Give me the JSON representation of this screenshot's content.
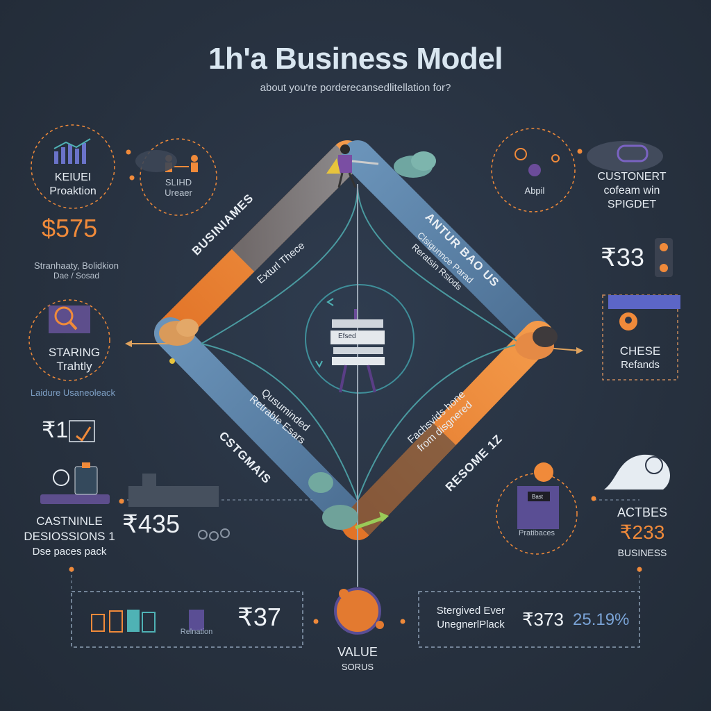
{
  "header": {
    "title": "1h'a Business Model",
    "subtitle": "about you're porderecansedlitellation for?"
  },
  "bands": {
    "top_left": "BUSINIAMES",
    "top_right": "ANTUR BAO US",
    "bottom_left": "CSTGMAIS",
    "bottom_right": "RESOME 1Z"
  },
  "inner": {
    "top_left": "Exturl Thece",
    "top_right": "Clsigunnce Parad Reratsin Rsiods",
    "bottom_left": "Qusuminded Retrable Esars",
    "bottom_right": "Fachsvids hone from disgnered",
    "center_sign": "Efsed"
  },
  "left": {
    "ring1_line1": "KEIUEI",
    "ring1_line2": "Proaktion",
    "ring2_line1": "SLIHD",
    "ring2_line2": "Ureaer",
    "price1": "$575",
    "note1_line1": "Stranhaaty, Bolidkion",
    "note1_line2": "Dae / Sosad",
    "ring3_line1": "STARING",
    "ring3_line2": "Trahtly",
    "note2": "Laidure Usaneoleack",
    "price2": "₹1",
    "block_line1": "CASTNINLE",
    "block_line2": "DESIOSSIONS 1",
    "block_line3": "Dse paces pack",
    "price3": "₹435"
  },
  "right": {
    "ring1": "Abpil",
    "cust_line1": "CUSTONERT",
    "cust_line2": "cofeam win",
    "cust_line3": "SPIGDET",
    "price1": "₹33",
    "box_line1": "CHESE",
    "box_line2": "Refands",
    "ring2": "Pratibaces",
    "tv": "Bast",
    "acts_line1": "ACTBES",
    "acts_price": "₹233",
    "acts_line3": "BUSINESS"
  },
  "bottom": {
    "left_price": "₹37",
    "left_label": "Relnation",
    "center_line1": "VALUE",
    "center_line2": "SORUS",
    "right_line1": "Stergived Ever",
    "right_line2": "UnegnerlPlack",
    "right_price": "₹373",
    "right_pct": "25.19%"
  },
  "colors": {
    "orange": "#f08a3a",
    "blue_band": "#5f86aa",
    "teal": "#4fa7a8",
    "purple": "#6b4c9a",
    "background": "#27313f"
  }
}
